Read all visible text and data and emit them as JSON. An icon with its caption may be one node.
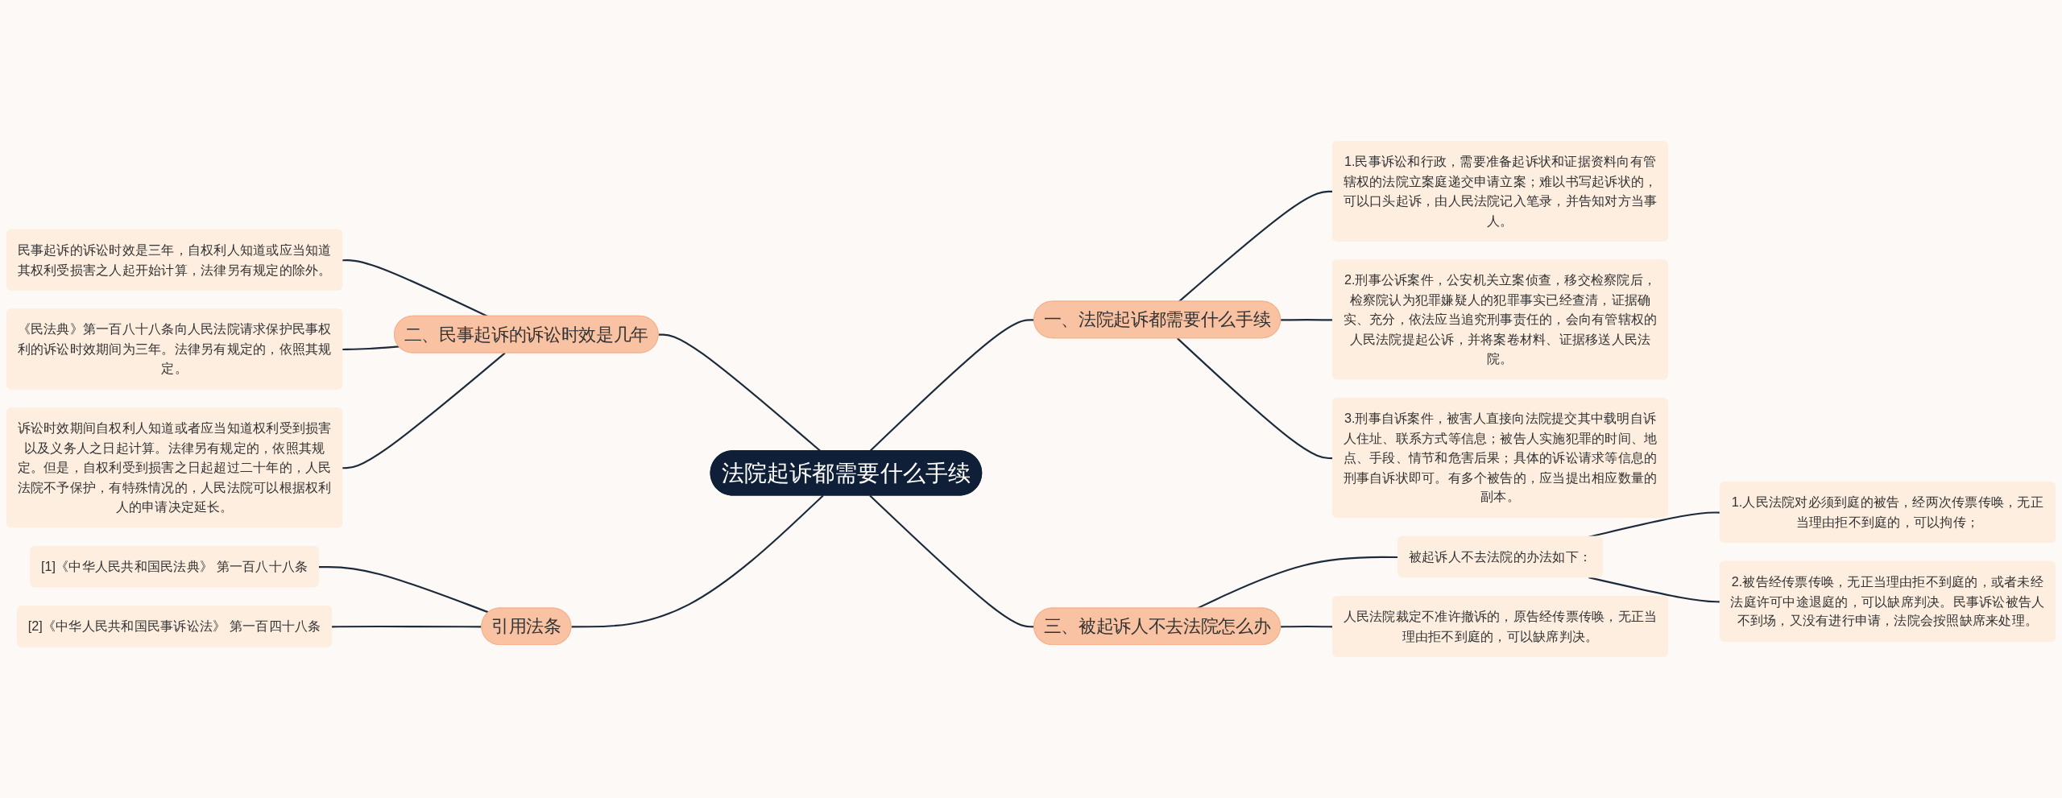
{
  "diagram": {
    "nodes": [
      {
        "text": [
          "法院起诉都需要什么手续"
        ]
      },
      {
        "text": [
          "一、法院起诉都需要什么手续"
        ]
      },
      {
        "text": [
          "1.民事诉讼和行政，需要准备起诉状和证据资料向有管辖权的法院立案庭递交申请立案；难以书写起诉状的，可以口头起诉，由人民法院记入笔录，并告知对方当事人。"
        ]
      },
      {
        "text": [
          "2.刑事公诉案件，公安机关立案侦查，移交检察院后，检察院认为犯罪嫌疑人的犯罪事实已经查清，证据确实、充分，依法应当追究刑事责任的，会向有管辖权的人民法院提起公诉，并将案卷材料、证据移送人民法院。"
        ]
      },
      {
        "text": [
          "3.刑事自诉案件，被害人直接向法院提交其中载明自诉人住址、联系方式等信息；被告人实施犯罪的时间、地点、手段、情节和危害后果；具体的诉讼请求等信息的刑事自诉状即可。有多个被告的，应当提出相应数量的副本。"
        ]
      },
      {
        "text": [
          "三、被起诉人不去法院怎么办"
        ]
      },
      {
        "text": [
          "被起诉人不去法院的办法如下："
        ]
      },
      {
        "text": [
          "1.人民法院对必须到庭的被告，经两次传票传唤，无正当理由拒不到庭的，可以拘传；"
        ]
      },
      {
        "text": [
          "2.被告经传票传唤，无正当理由拒不到庭的，或者未经法庭许可中途退庭的，可以缺席判决。民事诉讼被告人不到场，又没有进行申请，法院会按照缺席来处理。"
        ]
      },
      {
        "text": [
          "人民法院裁定不准许撤诉的，原告经传票传唤，无正当理由拒不到庭的，可以缺席判决。"
        ]
      },
      {
        "text": [
          "二、民事起诉的诉讼时效是几年"
        ]
      },
      {
        "text": [
          "民事起诉的诉讼时效是三年，自权利人知道或应当知道其权利受损害之人起开始计算，法律另有规定的除外。"
        ]
      },
      {
        "text": [
          "《民法典》第一百八十八条向人民法院请求保护民事权利的诉讼时效期间为三年。法律另有规定的，依照其规定。"
        ]
      },
      {
        "text": [
          "诉讼时效期间自权利人知道或者应当知道权利受到损害以及义务人之日起计算。法律另有规定的，依照其规定。但是，自权利受到损害之日起超过二十年的，人民法院不予保护，有特殊情况的，人民法院可以根据权利人的申请决定延长。"
        ]
      },
      {
        "text": [
          "引用法条"
        ]
      },
      {
        "text": [
          "[1]《中华人民共和国民法典》 第一百八十八条"
        ]
      },
      {
        "text": [
          "[2]《中华人民共和国民事诉讼法》 第一百四十八条"
        ]
      }
    ],
    "edges": [
      {
        "from": 0,
        "to": 1,
        "arrow": "none"
      },
      {
        "from": 1,
        "to": 2,
        "arrow": "none"
      },
      {
        "from": 1,
        "to": 3,
        "arrow": "none"
      },
      {
        "from": 1,
        "to": 4,
        "arrow": "none"
      },
      {
        "from": 0,
        "to": 5,
        "arrow": "none"
      },
      {
        "from": 5,
        "to": 6,
        "arrow": "none"
      },
      {
        "from": 6,
        "to": 7,
        "arrow": "none"
      },
      {
        "from": 6,
        "to": 8,
        "arrow": "none"
      },
      {
        "from": 5,
        "to": 9,
        "arrow": "none"
      },
      {
        "from": 11,
        "to": 10,
        "arrow": "none"
      },
      {
        "from": 12,
        "to": 10,
        "arrow": "none"
      },
      {
        "from": 13,
        "to": 10,
        "arrow": "none"
      },
      {
        "from": 10,
        "to": 0,
        "arrow": "none"
      },
      {
        "from": 15,
        "to": 14,
        "arrow": "none"
      },
      {
        "from": 16,
        "to": 14,
        "arrow": "none"
      },
      {
        "from": 14,
        "to": 0,
        "arrow": "none"
      }
    ]
  }
}
